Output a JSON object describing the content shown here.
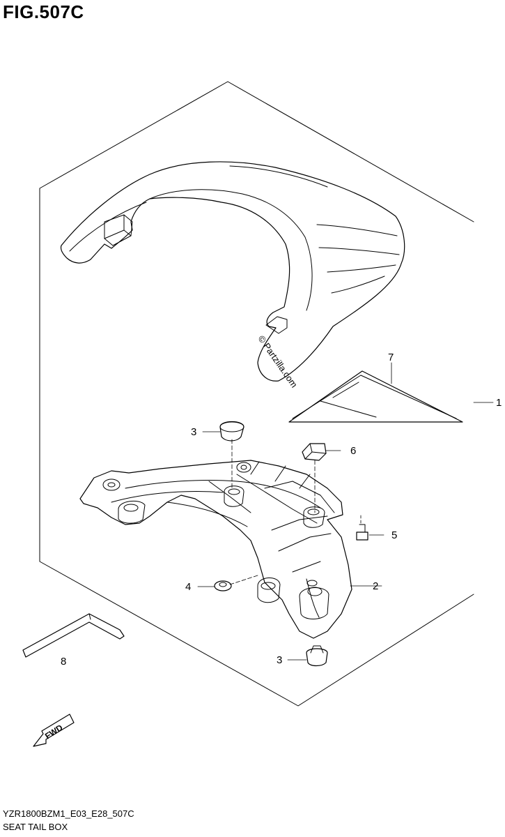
{
  "figure": {
    "title": "FIG.507C",
    "footer_code": "YZR1800BZM1_E03_E28_507C",
    "footer_name": "SEAT TAIL BOX",
    "watermark": "© Partzilla.com",
    "direction_label": "FWD"
  },
  "callouts": [
    {
      "id": "c1",
      "label": "1"
    },
    {
      "id": "c2",
      "label": "2"
    },
    {
      "id": "c3a",
      "label": "3"
    },
    {
      "id": "c3b",
      "label": "3"
    },
    {
      "id": "c4",
      "label": "4"
    },
    {
      "id": "c5",
      "label": "5"
    },
    {
      "id": "c6",
      "label": "6"
    },
    {
      "id": "c7",
      "label": "7"
    },
    {
      "id": "c8",
      "label": "8"
    }
  ]
}
